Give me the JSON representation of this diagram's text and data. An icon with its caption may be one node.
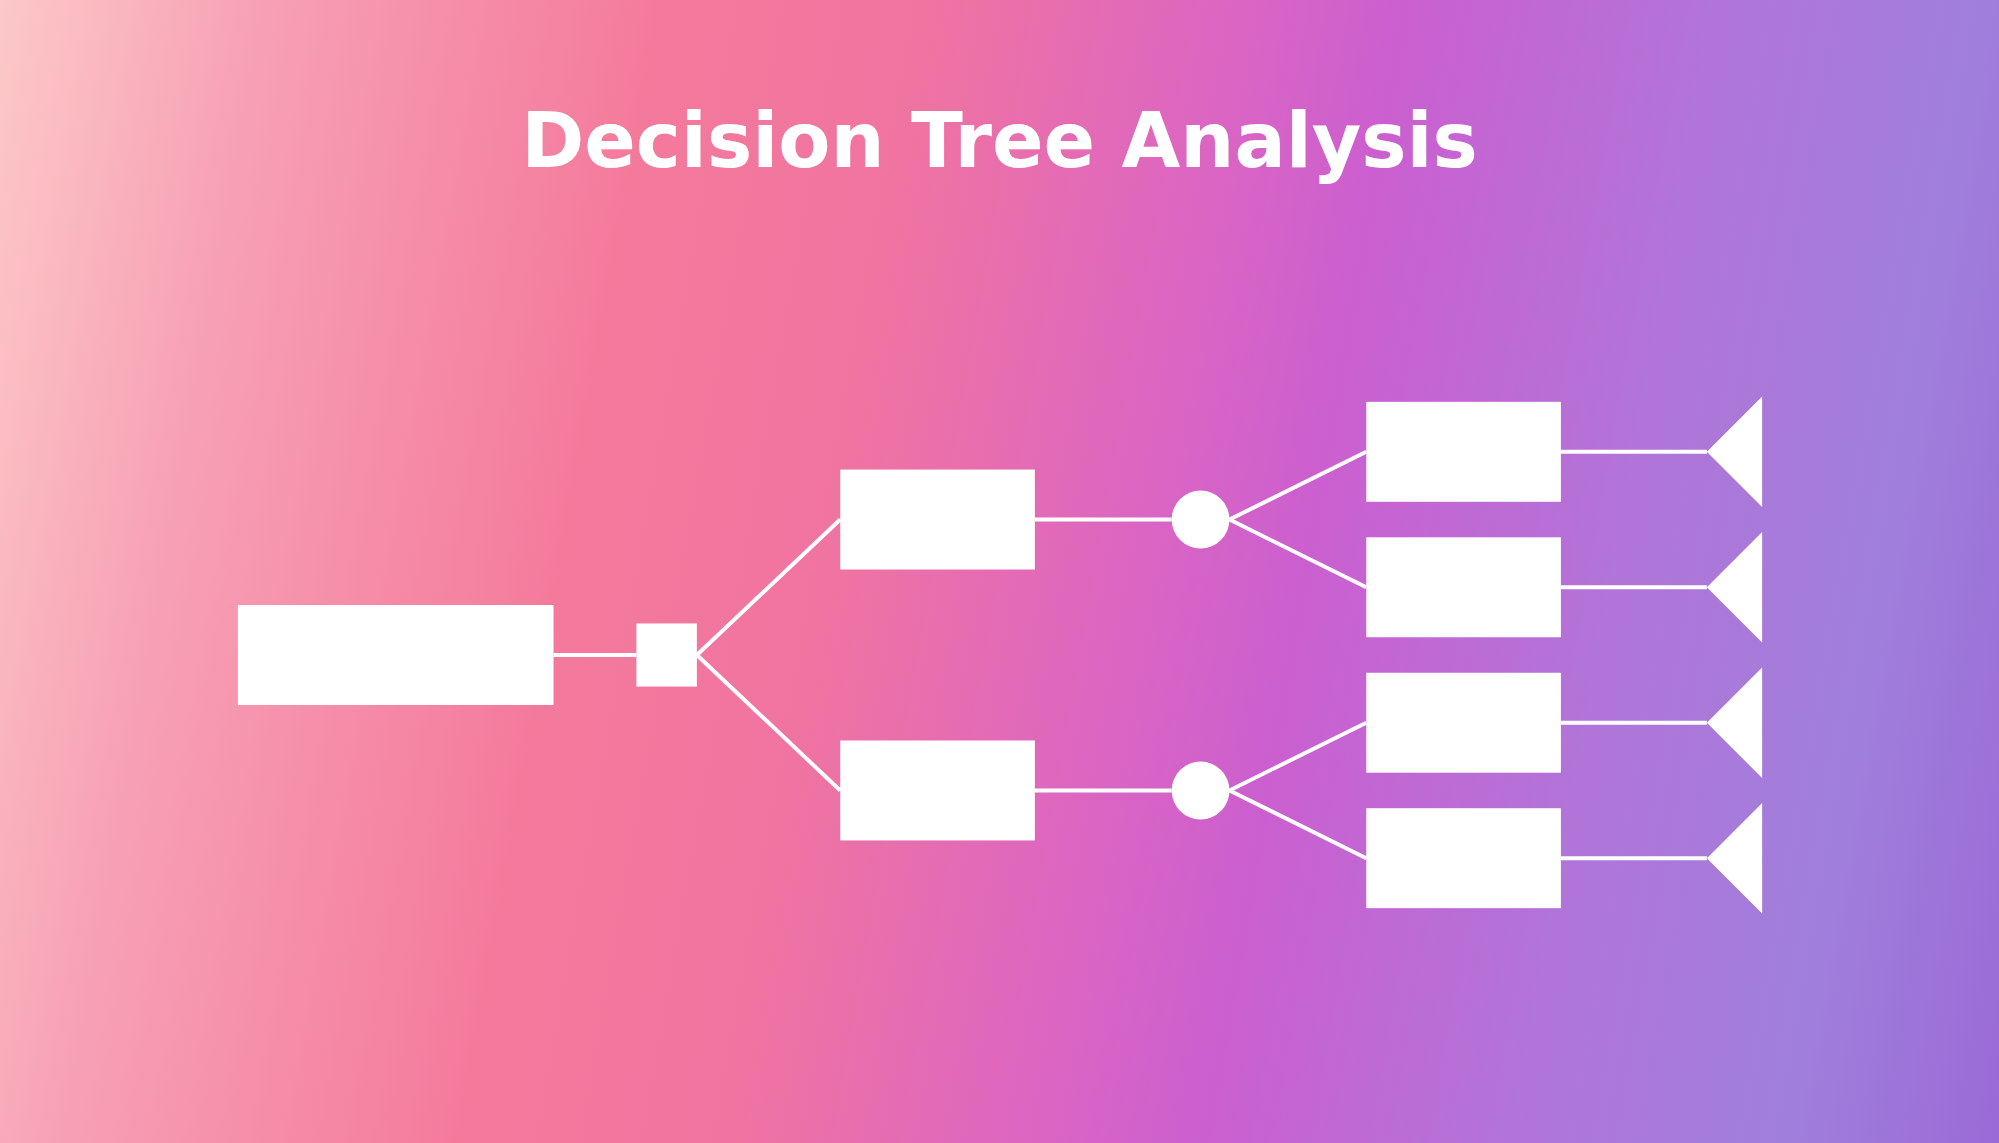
{
  "diagram": {
    "title": "Decision Tree Analysis",
    "nodes": [
      {
        "text": [],
        "shape": "box"
      },
      {
        "text": [],
        "shape": "square"
      },
      {
        "text": [],
        "shape": "box"
      },
      {
        "text": [],
        "shape": "box"
      },
      {
        "text": [],
        "shape": "circle"
      },
      {
        "text": [],
        "shape": "circle"
      },
      {
        "text": [],
        "shape": "box"
      },
      {
        "text": [],
        "shape": "box"
      },
      {
        "text": [],
        "shape": "box"
      },
      {
        "text": [],
        "shape": "box"
      },
      {
        "text": [],
        "shape": "triangle"
      },
      {
        "text": [],
        "shape": "triangle"
      },
      {
        "text": [],
        "shape": "triangle"
      },
      {
        "text": [],
        "shape": "triangle"
      }
    ],
    "edges": [
      {
        "from": 0,
        "to": 1,
        "arrow": "none"
      },
      {
        "from": 1,
        "to": 2,
        "arrow": "none"
      },
      {
        "from": 1,
        "to": 3,
        "arrow": "none"
      },
      {
        "from": 2,
        "to": 4,
        "arrow": "none"
      },
      {
        "from": 3,
        "to": 5,
        "arrow": "none"
      },
      {
        "from": 4,
        "to": 6,
        "arrow": "none"
      },
      {
        "from": 4,
        "to": 7,
        "arrow": "none"
      },
      {
        "from": 5,
        "to": 8,
        "arrow": "none"
      },
      {
        "from": 5,
        "to": 9,
        "arrow": "none"
      },
      {
        "from": 6,
        "to": 10,
        "arrow": "none"
      },
      {
        "from": 7,
        "to": 11,
        "arrow": "none"
      },
      {
        "from": 8,
        "to": 12,
        "arrow": "none"
      },
      {
        "from": 9,
        "to": 13,
        "arrow": "none"
      }
    ]
  }
}
